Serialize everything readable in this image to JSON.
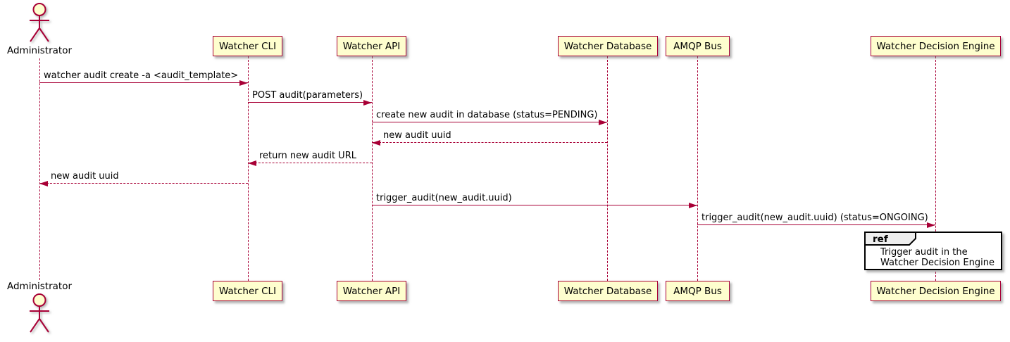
{
  "diagram_type": "uml-sequence",
  "actor": {
    "name": "Administrator"
  },
  "participants": [
    {
      "label": "Watcher CLI"
    },
    {
      "label": "Watcher API"
    },
    {
      "label": "Watcher Database"
    },
    {
      "label": "AMQP Bus"
    },
    {
      "label": "Watcher Decision Engine"
    }
  ],
  "messages": [
    {
      "from": "Administrator",
      "to": "Watcher CLI",
      "text": "watcher audit create -a <audit_template>",
      "line": "solid"
    },
    {
      "from": "Watcher CLI",
      "to": "Watcher API",
      "text": "POST audit(parameters)",
      "line": "solid"
    },
    {
      "from": "Watcher API",
      "to": "Watcher Database",
      "text": "create new audit in database (status=PENDING)",
      "line": "solid"
    },
    {
      "from": "Watcher Database",
      "to": "Watcher API",
      "text": "new audit uuid",
      "line": "dashed"
    },
    {
      "from": "Watcher API",
      "to": "Watcher CLI",
      "text": "return new audit URL",
      "line": "dashed"
    },
    {
      "from": "Watcher CLI",
      "to": "Administrator",
      "text": "new audit uuid",
      "line": "dashed"
    },
    {
      "from": "Watcher API",
      "to": "AMQP Bus",
      "text": "trigger_audit(new_audit.uuid)",
      "line": "solid"
    },
    {
      "from": "AMQP Bus",
      "to": "Watcher Decision Engine",
      "text": "trigger_audit(new_audit.uuid) (status=ONGOING)",
      "line": "solid"
    }
  ],
  "ref_fragment": {
    "keyword": "ref",
    "lines": [
      "Trigger audit in the",
      "Watcher Decision Engine"
    ]
  },
  "colors": {
    "participant_fill": "#fefece",
    "participant_border": "#a80036",
    "line_color": "#a80036",
    "text_color": "#000000",
    "ref_border": "#000000",
    "ref_header_fill": "#eeeeee",
    "background": "#ffffff"
  }
}
